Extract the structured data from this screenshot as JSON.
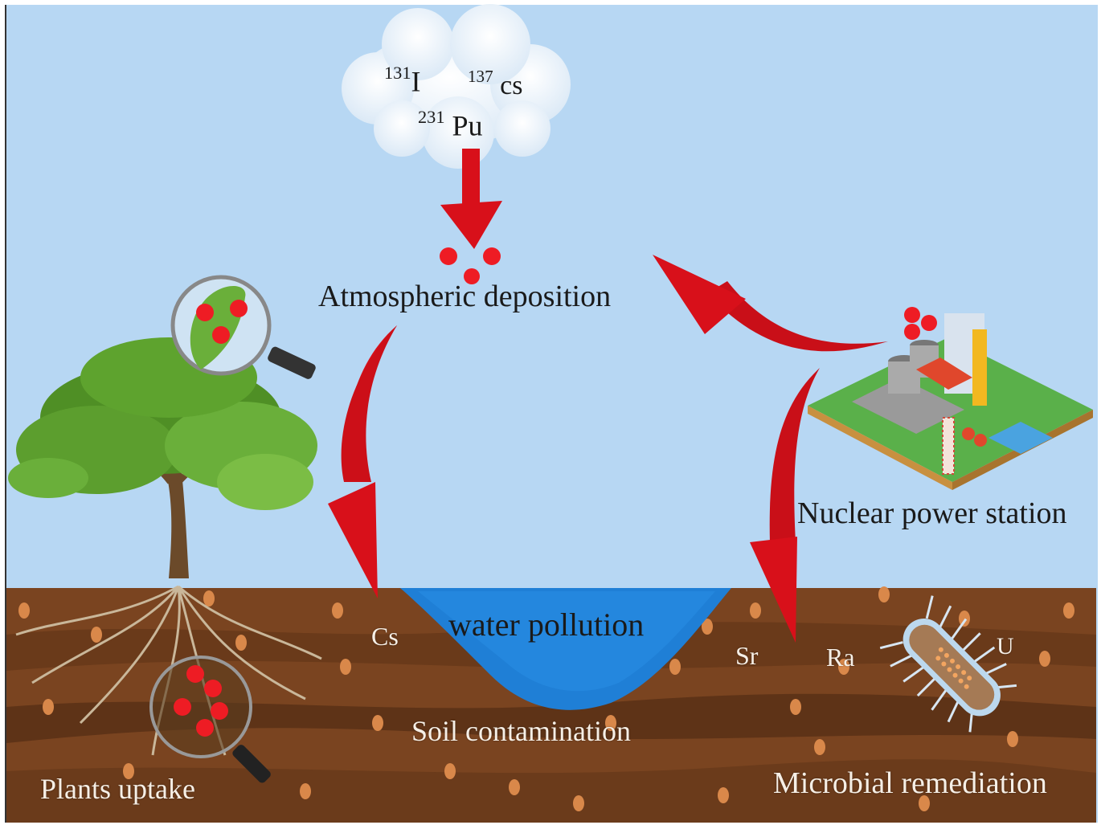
{
  "diagram": {
    "title": "Radionuclide pathways from nuclear power station",
    "colors": {
      "sky": "#b7d7f3",
      "soil": "#7a4420",
      "soil_dark": "#5e3317",
      "water": "#1f7fd6",
      "arrow": "#d8101a",
      "particle": "#ee1c24",
      "leaf": "#6aaf3a"
    },
    "cloud": {
      "isotopes": [
        {
          "mass": "131",
          "symbol": "I"
        },
        {
          "mass": "137",
          "symbol": "cs"
        },
        {
          "mass": "231",
          "symbol": "Pu"
        }
      ]
    },
    "labels": {
      "atmospheric_deposition": "Atmospheric deposition",
      "nuclear_power_station": "Nuclear power station",
      "water_pollution": "water pollution",
      "soil_contamination": "Soil contamination",
      "plants_uptake": "Plants uptake",
      "microbial_remediation": "Microbial remediation"
    },
    "soil_elements": [
      "Cs",
      "Sr",
      "Ra",
      "U"
    ],
    "icons": {
      "cloud": "cloud-icon",
      "tree": "tree-icon",
      "leaf_magnifier": "magnifier-icon",
      "root_magnifier": "magnifier-icon",
      "power_plant": "factory-icon",
      "bacterium": "bacterium-icon"
    }
  }
}
